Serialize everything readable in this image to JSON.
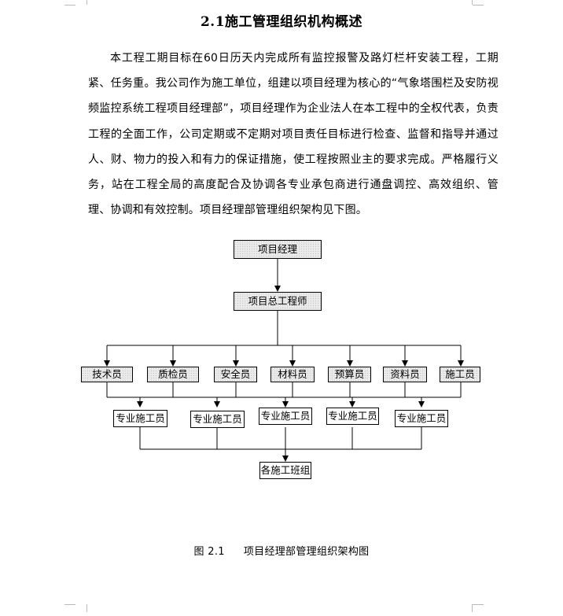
{
  "title": "2.1施工管理组织机构概述",
  "paragraph": "本工程工期目标在60日历天内完成所有监控报警及路灯栏杆安装工程，工期紧、任务重。我公司作为施工单位，组建以项目经理为核心的“气象塔围栏及安防视频监控系统工程项目经理部”，项目经理作为企业法人在本工程中的全权代表，负责工程的全面工作，公司定期或不定期对项目责任目标进行检查、监督和指导并通过人、财、物力的投入和有力的保证措施，使工程按照业主的要求完成。严格履行义务，站在工程全局的高度配合及协调各专业承包商进行通盘调控、高效组织、管理、协调和有效控制。项目经理部管理组织架构见下图。",
  "org": {
    "top": "项目经理",
    "chief": "项目总工程师",
    "staff": [
      "技术员",
      "质检员",
      "安全员",
      "材料员",
      "预算员",
      "资料员",
      "施工员"
    ],
    "crews": [
      "专业施工员",
      "专业施工员",
      "专业施工员",
      "专业施工员",
      "专业施工员"
    ],
    "teams": "各施工班组"
  },
  "caption": {
    "number": "图 2.1",
    "text": "项目经理部管理组织架构图"
  }
}
